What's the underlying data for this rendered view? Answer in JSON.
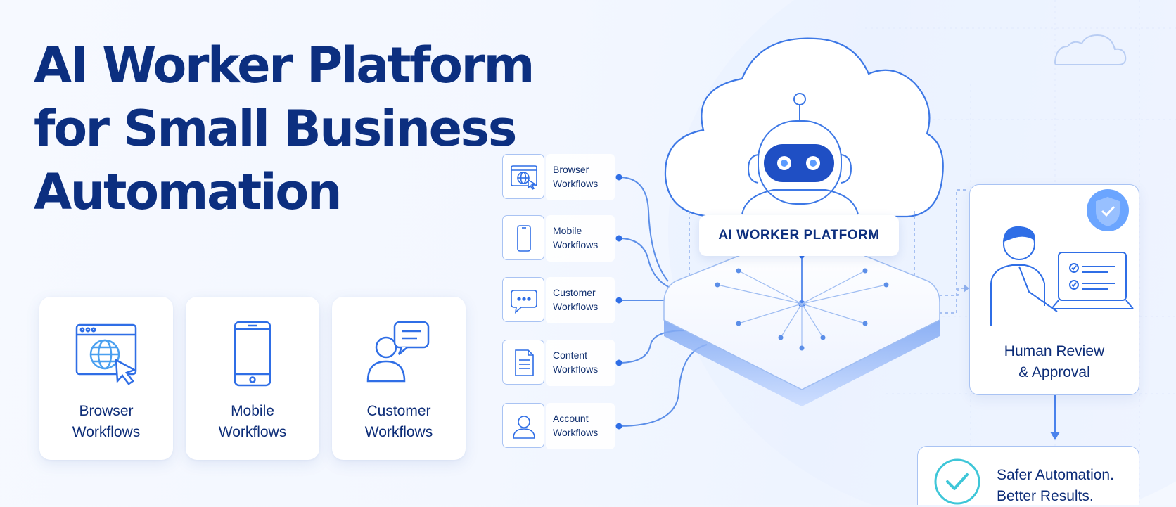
{
  "headline": {
    "line1": "AI Worker Platform",
    "line2": "for Small Business",
    "line3": "Automation"
  },
  "feature_cards": [
    {
      "line1": "Browser",
      "line2": "Workflows",
      "icon": "browser-globe-icon"
    },
    {
      "line1": "Mobile",
      "line2": "Workflows",
      "icon": "mobile-phone-icon"
    },
    {
      "line1": "Customer",
      "line2": "Workflows",
      "icon": "customer-chat-icon"
    }
  ],
  "workflows": [
    {
      "line1": "Browser",
      "line2": "Workflows",
      "icon": "browser-globe-icon"
    },
    {
      "line1": "Mobile",
      "line2": "Workflows",
      "icon": "mobile-phone-icon"
    },
    {
      "line1": "Customer",
      "line2": "Workflows",
      "icon": "chat-bubble-icon"
    },
    {
      "line1": "Content",
      "line2": "Workflows",
      "icon": "document-icon"
    },
    {
      "line1": "Account",
      "line2": "Workflows",
      "icon": "user-account-icon"
    }
  ],
  "platform": {
    "label": "AI WORKER PLATFORM",
    "icon": "robot-icon"
  },
  "review": {
    "line1": "Human Review",
    "line2": "& Approval",
    "icon": "shield-check-icon"
  },
  "result": {
    "line1": "Safer Automation.",
    "line2": "Better Results.",
    "icon": "check-circle-icon"
  },
  "colors": {
    "primary": "#0c2f80",
    "accent": "#2f6ee6",
    "line": "#6f9ae8",
    "background": "#f3f7ff"
  }
}
